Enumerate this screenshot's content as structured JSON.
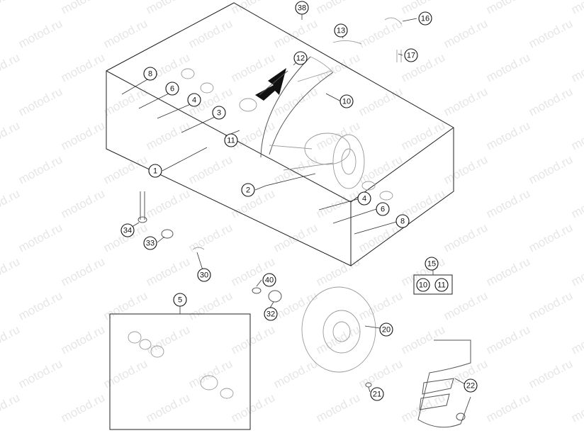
{
  "watermark": "motod.ru",
  "callouts": [
    {
      "id": "38",
      "label": "38"
    },
    {
      "id": "16",
      "label": "16"
    },
    {
      "id": "13",
      "label": "13"
    },
    {
      "id": "17",
      "label": "17"
    },
    {
      "id": "12",
      "label": "12"
    },
    {
      "id": "8a",
      "label": "8"
    },
    {
      "id": "6a",
      "label": "6"
    },
    {
      "id": "4a",
      "label": "4"
    },
    {
      "id": "3",
      "label": "3"
    },
    {
      "id": "10a",
      "label": "10"
    },
    {
      "id": "11a",
      "label": "11"
    },
    {
      "id": "1",
      "label": "1"
    },
    {
      "id": "2",
      "label": "2"
    },
    {
      "id": "4b",
      "label": "4"
    },
    {
      "id": "6b",
      "label": "6"
    },
    {
      "id": "8b",
      "label": "8"
    },
    {
      "id": "34",
      "label": "34"
    },
    {
      "id": "33",
      "label": "33"
    },
    {
      "id": "15",
      "label": "15"
    },
    {
      "id": "10b",
      "label": "10"
    },
    {
      "id": "11b",
      "label": "11"
    },
    {
      "id": "30",
      "label": "30"
    },
    {
      "id": "40",
      "label": "40"
    },
    {
      "id": "5",
      "label": "5"
    },
    {
      "id": "32",
      "label": "32"
    },
    {
      "id": "20",
      "label": "20"
    },
    {
      "id": "21",
      "label": "21"
    },
    {
      "id": "22",
      "label": "22"
    }
  ]
}
